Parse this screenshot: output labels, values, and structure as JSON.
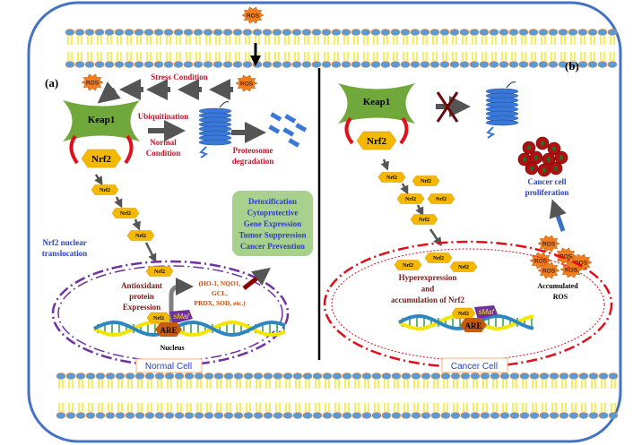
{
  "panel_a": {
    "label": "(a)",
    "ros": "ROS",
    "stress": "Stress Condition",
    "keap1": "Keap1",
    "nrf2": "Nrf2",
    "ubiquitination": "Ubiquitination",
    "normal_1": "Normal",
    "normal_2": "Condition",
    "degradation_1": "Proteosome",
    "degradation_2": "degradation",
    "translocation_1": "Nrf2 nuclear",
    "translocation_2": "translocation",
    "outcomes": [
      "Detoxification",
      "Cytoprotective",
      "Gene Expression",
      "Tumor Suppression",
      "Cancer Prevention"
    ],
    "antioxidant": [
      "Antioxidant",
      "protein",
      "Expression"
    ],
    "genes": [
      "(HO-1, NQO1,",
      "GCL,",
      "PRDX, SOD, etc.)"
    ],
    "smaf": "sMaf",
    "are": "ARE",
    "nucleus": "Nucleus",
    "cell_label": "Normal Cell"
  },
  "panel_b": {
    "label": "(b)",
    "keap1": "Keap1",
    "nrf2": "Nrf2",
    "proliferation_1": "Cancer cell",
    "proliferation_2": "proliferation",
    "ros": "ROS",
    "accumulated_1": "Accumulated",
    "accumulated_2": "ROS",
    "hyper": [
      "Hyperexpression",
      "and",
      "accumulation of Nrf2"
    ],
    "smaf": "sMaf",
    "are": "ARE",
    "cell_label": "Cancer Cell"
  },
  "colors": {
    "red_text": "#c0182a",
    "blue_text": "#2a3fc8",
    "outer_border": "#4472c4",
    "nrf2": "#f5b800",
    "keap1": "#70a83c",
    "membrane_head": "#5b9bd5",
    "membrane_tail": "#f2e600"
  }
}
